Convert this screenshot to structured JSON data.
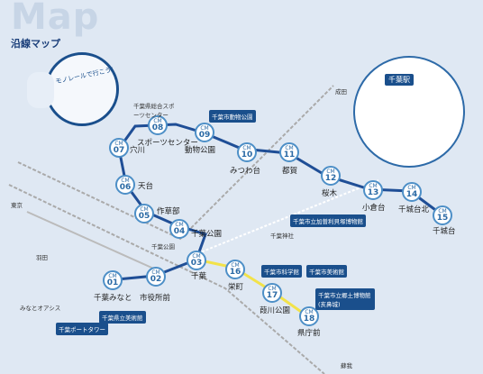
{
  "header": {
    "title": "Map",
    "subtitle": "沿線マップ"
  },
  "badge": {
    "text": "モノレールで行こう!"
  },
  "line_colors": {
    "line1": "#2b5fa8",
    "line2": "#f2e24a",
    "jr": "#9a9a9a"
  },
  "stations": [
    {
      "cm": "CM",
      "no": "01",
      "name": "千葉みなと"
    },
    {
      "cm": "CM",
      "no": "02",
      "name": "市役所前"
    },
    {
      "cm": "CM",
      "no": "03",
      "name": "千葉"
    },
    {
      "cm": "CM",
      "no": "04",
      "name": "千葉公園"
    },
    {
      "cm": "CM",
      "no": "05",
      "name": "作草部"
    },
    {
      "cm": "CM",
      "no": "06",
      "name": "天台"
    },
    {
      "cm": "CM",
      "no": "07",
      "name": "穴川"
    },
    {
      "cm": "CM",
      "no": "08",
      "name": "スポーツセンター"
    },
    {
      "cm": "CM",
      "no": "09",
      "name": "動物公園"
    },
    {
      "cm": "CM",
      "no": "10",
      "name": "みつわ台"
    },
    {
      "cm": "CM",
      "no": "11",
      "name": "都賀"
    },
    {
      "cm": "CM",
      "no": "12",
      "name": "桜木"
    },
    {
      "cm": "CM",
      "no": "13",
      "name": "小倉台"
    },
    {
      "cm": "CM",
      "no": "14",
      "name": "千城台北"
    },
    {
      "cm": "CM",
      "no": "15",
      "name": "千城台"
    },
    {
      "cm": "CM",
      "no": "16",
      "name": "栄町"
    },
    {
      "cm": "CM",
      "no": "17",
      "name": "葭川公園"
    },
    {
      "cm": "CM",
      "no": "18",
      "name": "県庁前"
    }
  ],
  "facilities": {
    "zoo": "千葉市動物公園",
    "sports": "千葉県総合スポーツセンター",
    "kasori": "千葉市立加曽利貝塚博物館",
    "science": "千葉市科学館",
    "art": "千葉市美術館",
    "museum": "千葉市立郷土博物館 (亥鼻城)",
    "prefmuseum": "千葉県立美術館",
    "porttower": "千葉ポートタワー",
    "chibapark": "千葉公園",
    "shrine": "千葉神社"
  },
  "places": {
    "tokyo": "東京",
    "narita": "成田",
    "haneda": "羽田",
    "soga": "蘇我",
    "oasis": "みなとオアシス"
  },
  "inset": {
    "label": "千葉駅"
  }
}
